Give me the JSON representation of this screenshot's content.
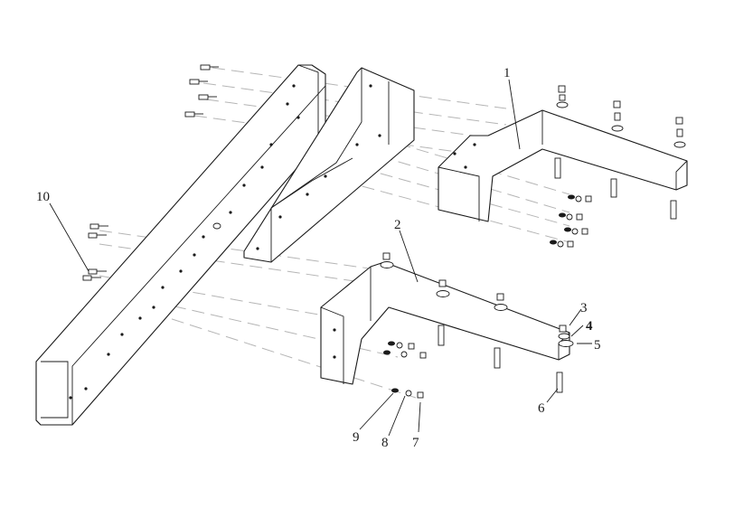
{
  "callouts": [
    {
      "id": "1",
      "text": "1"
    },
    {
      "id": "2",
      "text": "2"
    },
    {
      "id": "3",
      "text": "3"
    },
    {
      "id": "4",
      "text": "4"
    },
    {
      "id": "5",
      "text": "5"
    },
    {
      "id": "6",
      "text": "6"
    },
    {
      "id": "7",
      "text": "7"
    },
    {
      "id": "8",
      "text": "8"
    },
    {
      "id": "9",
      "text": "9"
    },
    {
      "id": "10",
      "text": "10"
    }
  ],
  "parts": [
    {
      "id": "frame-rail",
      "type": "channel-beam"
    },
    {
      "id": "reinforcement-plate",
      "type": "bracket"
    },
    {
      "id": "bracket-upper",
      "callout": "1"
    },
    {
      "id": "bracket-lower",
      "callout": "2"
    }
  ],
  "colors": {
    "line": "#1a1a1a",
    "hidden": "#b5b5b5",
    "background": "#ffffff"
  }
}
